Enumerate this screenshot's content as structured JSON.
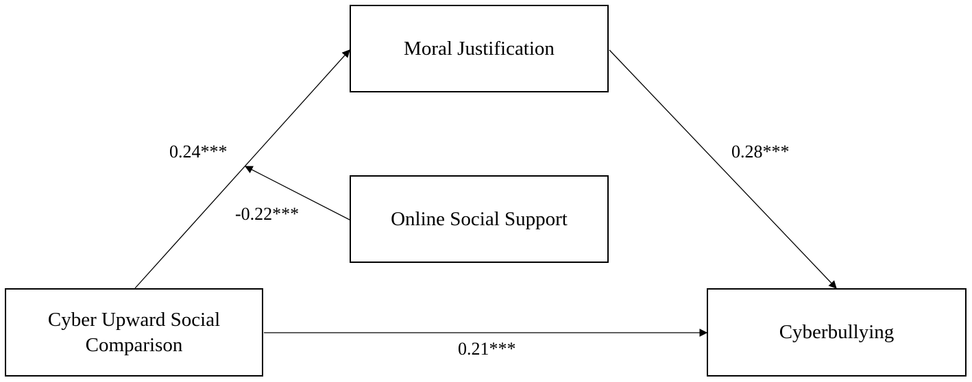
{
  "diagram": {
    "type": "moderated-mediation-path-diagram",
    "nodes": {
      "mediator": {
        "label": "Moral Justification"
      },
      "moderator": {
        "label": "Online Social Support"
      },
      "predictor": {
        "label": "Cyber Upward Social Comparison"
      },
      "outcome": {
        "label": "Cyberbullying"
      }
    },
    "paths": {
      "predictor_to_mediator": {
        "coefficient": "0.24***"
      },
      "moderation": {
        "coefficient": "-0.22***"
      },
      "mediator_to_outcome": {
        "coefficient": "0.28***"
      },
      "predictor_to_outcome": {
        "coefficient": "0.21***"
      }
    }
  },
  "colors": {
    "line": "#000000",
    "text": "#000000",
    "background": "#ffffff"
  }
}
